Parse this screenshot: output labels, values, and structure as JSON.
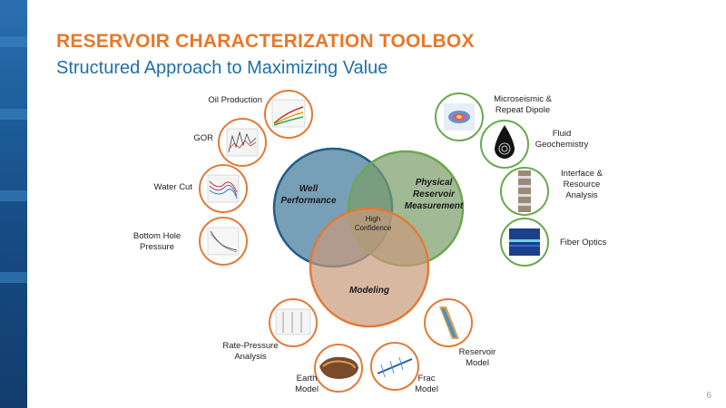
{
  "slide": {
    "title": "RESERVOIR CHARACTERIZATION TOOLBOX",
    "subtitle": "Structured Approach to Maximizing Value",
    "page_number": "6"
  },
  "venn": {
    "well_performance": [
      "Well",
      "Performance"
    ],
    "physical_measurement": [
      "Physical",
      "Reservoir",
      "Measurement"
    ],
    "modeling": "Modeling",
    "center": [
      "High",
      "Confidence"
    ]
  },
  "satellites": {
    "oil_production": "Oil Production",
    "gor": "GOR",
    "water_cut": "Water Cut",
    "bottom_hole_pressure": [
      "Bottom Hole",
      "Pressure"
    ],
    "microseismic": [
      "Microseismic &",
      "Repeat Dipole"
    ],
    "fluid_geochemistry": [
      "Fluid",
      "Geochemistry"
    ],
    "interface_resource": [
      "Interface &",
      "Resource",
      "Analysis"
    ],
    "fiber_optics": "Fiber Optics",
    "rate_pressure": [
      "Rate-Pressure",
      "Analysis"
    ],
    "earth_model": [
      "Earth",
      "Model"
    ],
    "frac_model": [
      "Frac",
      "Model"
    ],
    "reservoir_model": [
      "Reservoir",
      "Model"
    ]
  },
  "colors": {
    "blue_ring": "#1f5f8b",
    "green_ring": "#6aa84f",
    "orange_ring": "#e07b39",
    "title": "#e8782a",
    "subtitle": "#1f6fa8"
  }
}
